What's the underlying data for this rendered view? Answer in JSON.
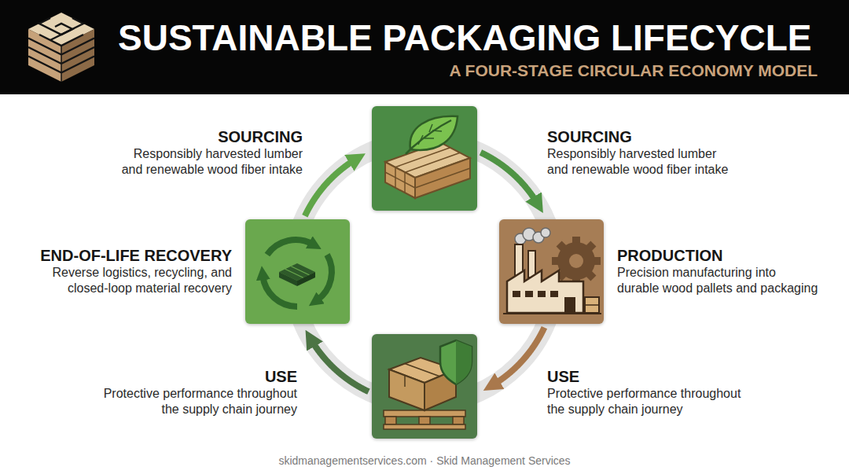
{
  "diagram": {
    "title": "SUSTAINABLE PACKAGING LIFECYCLE",
    "caption": "skidmanagementservices.com · Skid Management Services",
    "nodes": [
      {
        "text": [
          "SOURCING",
          "Responsibly harvested lumber and renewable wood fiber intake",
          "SOURCING",
          "Responsibly harvested lumber and renewable wood fiber intake"
        ]
      },
      {
        "text": [
          "END-OF-LIFE RECOVERY",
          "Reverse logistics, recycling, and closed-loop material recovery"
        ]
      },
      {
        "text": [
          "PRODUCTION",
          "Precision manufacturing into durable wood pallets and packaging"
        ]
      },
      {
        "text": [
          "USE",
          "Protective performance throughout the supply chain journey",
          "USE",
          "Protective performance throughout the supply chain journey"
        ]
      }
    ],
    "edges": [
      {
        "from": 0,
        "to": 2,
        "arrow": "to"
      },
      {
        "from": 2,
        "to": 3,
        "arrow": "to"
      },
      {
        "from": 3,
        "to": 1,
        "arrow": "to"
      },
      {
        "from": 1,
        "to": 0,
        "arrow": "to"
      }
    ],
    "labels": [
      "A FOUR-STAGE CIRCULAR ECONOMY MODEL"
    ]
  }
}
